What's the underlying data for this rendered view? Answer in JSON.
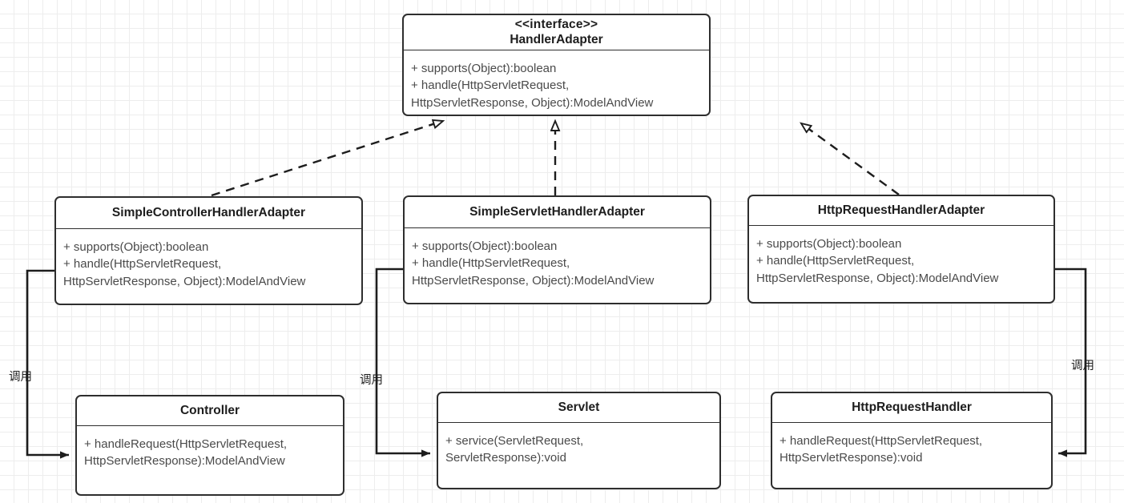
{
  "diagram": {
    "title": "HandlerAdapter UML class diagram",
    "type": "uml-class-diagram",
    "colors": {
      "box_border": "#2e2e2e",
      "box_fill": "#ffffff",
      "title_text": "#1d1d1d",
      "member_text": "#4a4a4a",
      "edge": "#1d1d1d",
      "grid_minor": "#ededed",
      "grid_major": "#e0e0e0",
      "background": "#ffffff"
    }
  },
  "nodes": {
    "handler_adapter": {
      "stereotype": "<<interface>>",
      "name": "HandlerAdapter",
      "members": "+ supports(Object):boolean\n+ handle(HttpServletRequest,\nHttpServletResponse, Object):ModelAndView"
    },
    "simple_controller_handler_adapter": {
      "name": "SimpleControllerHandlerAdapter",
      "members": "+ supports(Object):boolean\n+ handle(HttpServletRequest,\nHttpServletResponse, Object):ModelAndView"
    },
    "simple_servlet_handler_adapter": {
      "name": "SimpleServletHandlerAdapter",
      "members": "+ supports(Object):boolean\n+ handle(HttpServletRequest,\nHttpServletResponse, Object):ModelAndView"
    },
    "http_request_handler_adapter": {
      "name": "HttpRequestHandlerAdapter",
      "members": "+ supports(Object):boolean\n+ handle(HttpServletRequest,\nHttpServletResponse, Object):ModelAndView"
    },
    "controller": {
      "name": "Controller",
      "members": "+ handleRequest(HttpServletRequest,\nHttpServletResponse):ModelAndView"
    },
    "servlet": {
      "name": "Servlet",
      "members": "+ service(ServletRequest,\nServletResponse):void"
    },
    "http_request_handler": {
      "name": "HttpRequestHandler",
      "members": "+ handleRequest(HttpServletRequest,\nHttpServletResponse):void"
    }
  },
  "edges": {
    "realization_left": {
      "kind": "realization",
      "from": "SimpleControllerHandlerAdapter",
      "to": "HandlerAdapter",
      "label": ""
    },
    "realization_middle": {
      "kind": "realization",
      "from": "SimpleServletHandlerAdapter",
      "to": "HandlerAdapter",
      "label": ""
    },
    "realization_right": {
      "kind": "realization",
      "from": "HttpRequestHandlerAdapter",
      "to": "HandlerAdapter",
      "label": ""
    },
    "call_left": {
      "kind": "association",
      "from": "SimpleControllerHandlerAdapter",
      "to": "Controller",
      "label": "调用"
    },
    "call_middle": {
      "kind": "association",
      "from": "SimpleServletHandlerAdapter",
      "to": "Servlet",
      "label": "调用"
    },
    "call_right": {
      "kind": "association",
      "from": "HttpRequestHandlerAdapter",
      "to": "HttpRequestHandler",
      "label": "调用"
    }
  }
}
